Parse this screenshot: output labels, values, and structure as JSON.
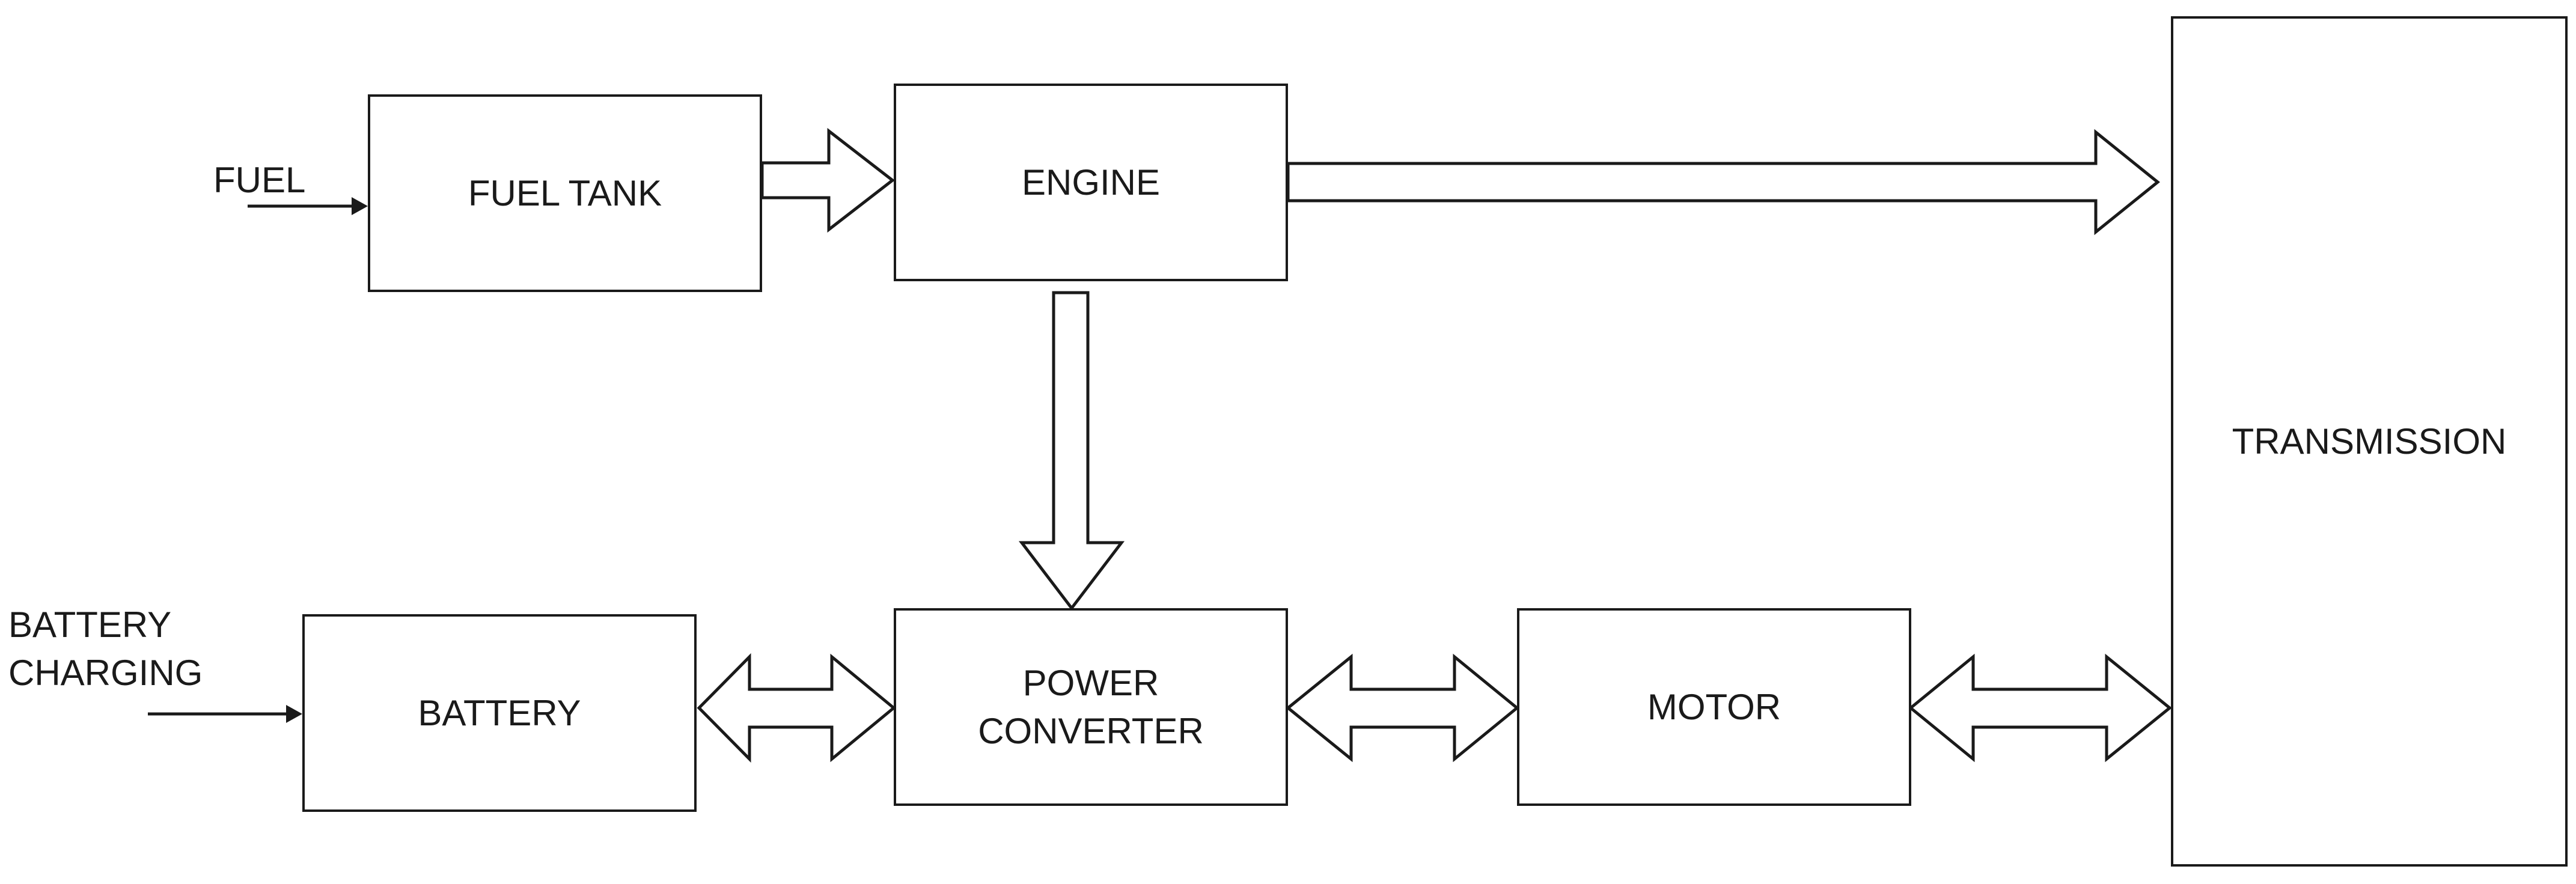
{
  "diagram": {
    "blocks": {
      "fuel_tank": "FUEL TANK",
      "engine": "ENGINE",
      "transmission": "TRANSMISSION",
      "battery": "BATTERY",
      "power_converter": "POWER\nCONVERTER",
      "motor": "MOTOR"
    },
    "inputs": {
      "fuel": "FUEL",
      "battery_charging": "BATTERY\nCHARGING"
    }
  }
}
